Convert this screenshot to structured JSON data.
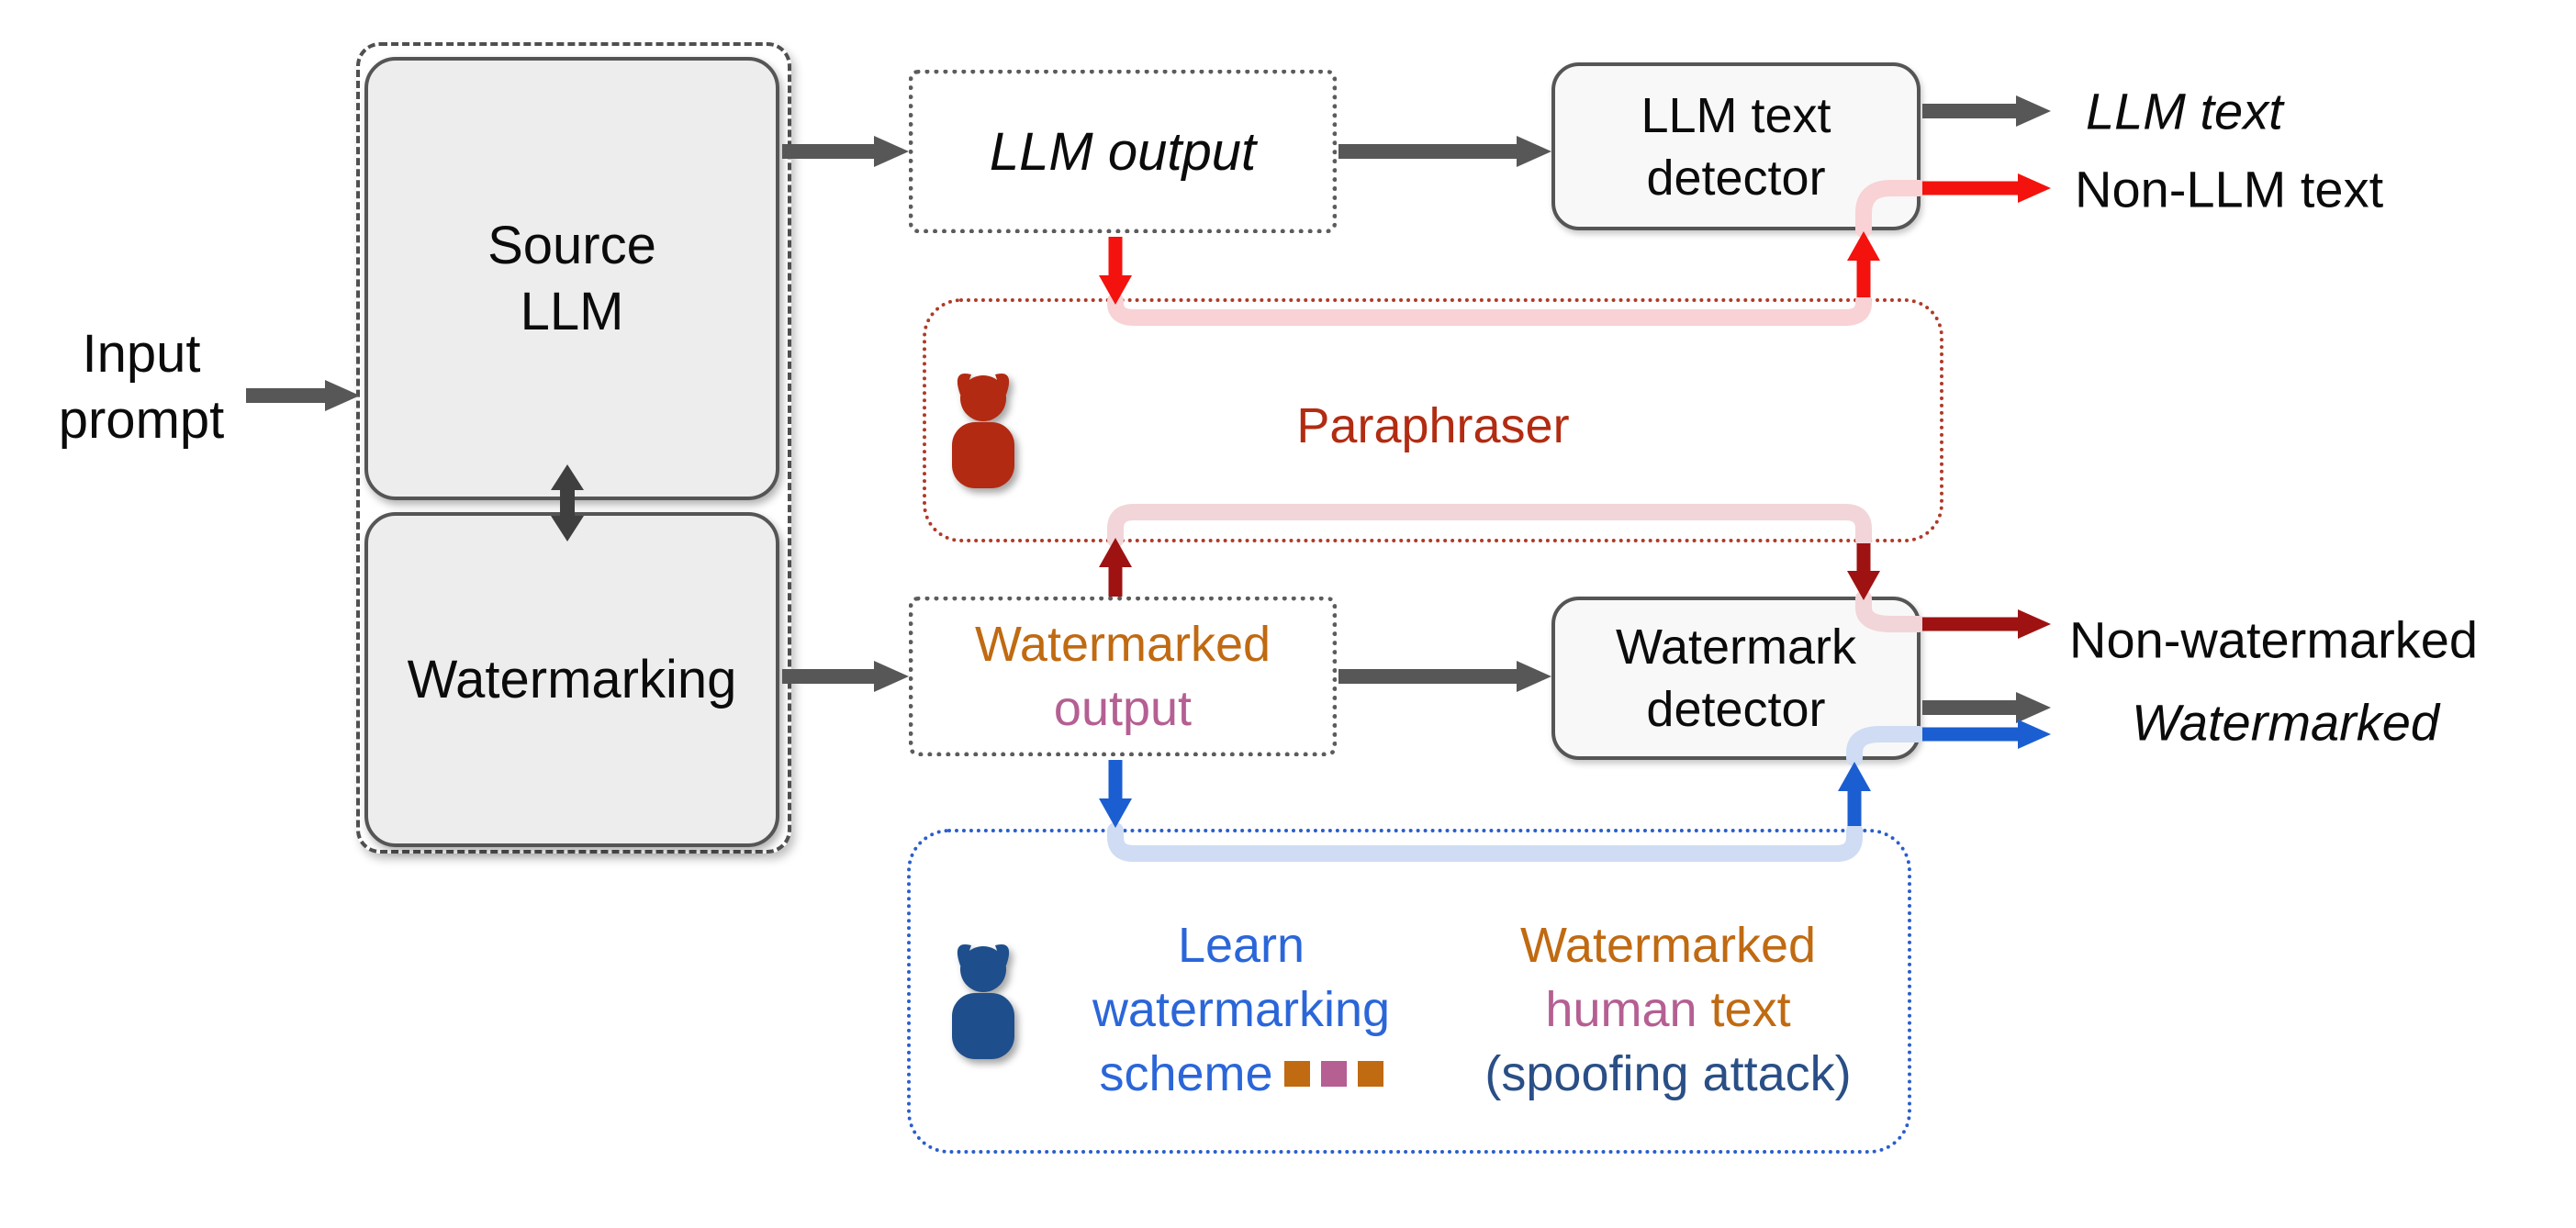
{
  "diagram_title": "LLM watermarking and detection pipeline with attacks",
  "input_prompt": "Input\nprompt",
  "generator": {
    "source_llm": [
      "Source",
      "LLM"
    ],
    "watermarking": "Watermarking"
  },
  "llm_output_label": "LLM output",
  "llm_detector": [
    "LLM text",
    "detector"
  ],
  "top_outputs": {
    "llm_text": "LLM text",
    "non_llm_text": "Non-LLM text"
  },
  "paraphraser": {
    "label": "Paraphraser",
    "adversary_icon": "devil-icon-red"
  },
  "watermarked_output": [
    "Watermarked",
    "output"
  ],
  "watermark_detector": [
    "Watermark",
    "detector"
  ],
  "bottom_outputs": {
    "non_watermarked": "Non-watermarked",
    "watermarked": "Watermarked"
  },
  "spoof_box": {
    "adversary_icon": "devil-icon-blue",
    "learn_lines": [
      "Learn",
      "watermarking",
      "scheme"
    ],
    "squares": [
      "#c06a12",
      "#b55f93",
      "#c06a12"
    ],
    "right_line1": "Watermarked",
    "right_line2_a": "human",
    "right_line2_b": " text",
    "right_line3": "(spoofing attack)"
  },
  "colors": {
    "gray_arrow": "#575757",
    "bright_red": "#f3120d",
    "dark_red": "#9e1212",
    "bright_blue": "#1b5ed2",
    "pink_trail": "#f8d2d5",
    "blue_trail": "#cfdcf3",
    "paraphraser_red": "#b22c12",
    "orange": "#c06a12",
    "mauve": "#b55f93",
    "navy": "#2a4f86",
    "text_blue": "#2b66d9"
  }
}
